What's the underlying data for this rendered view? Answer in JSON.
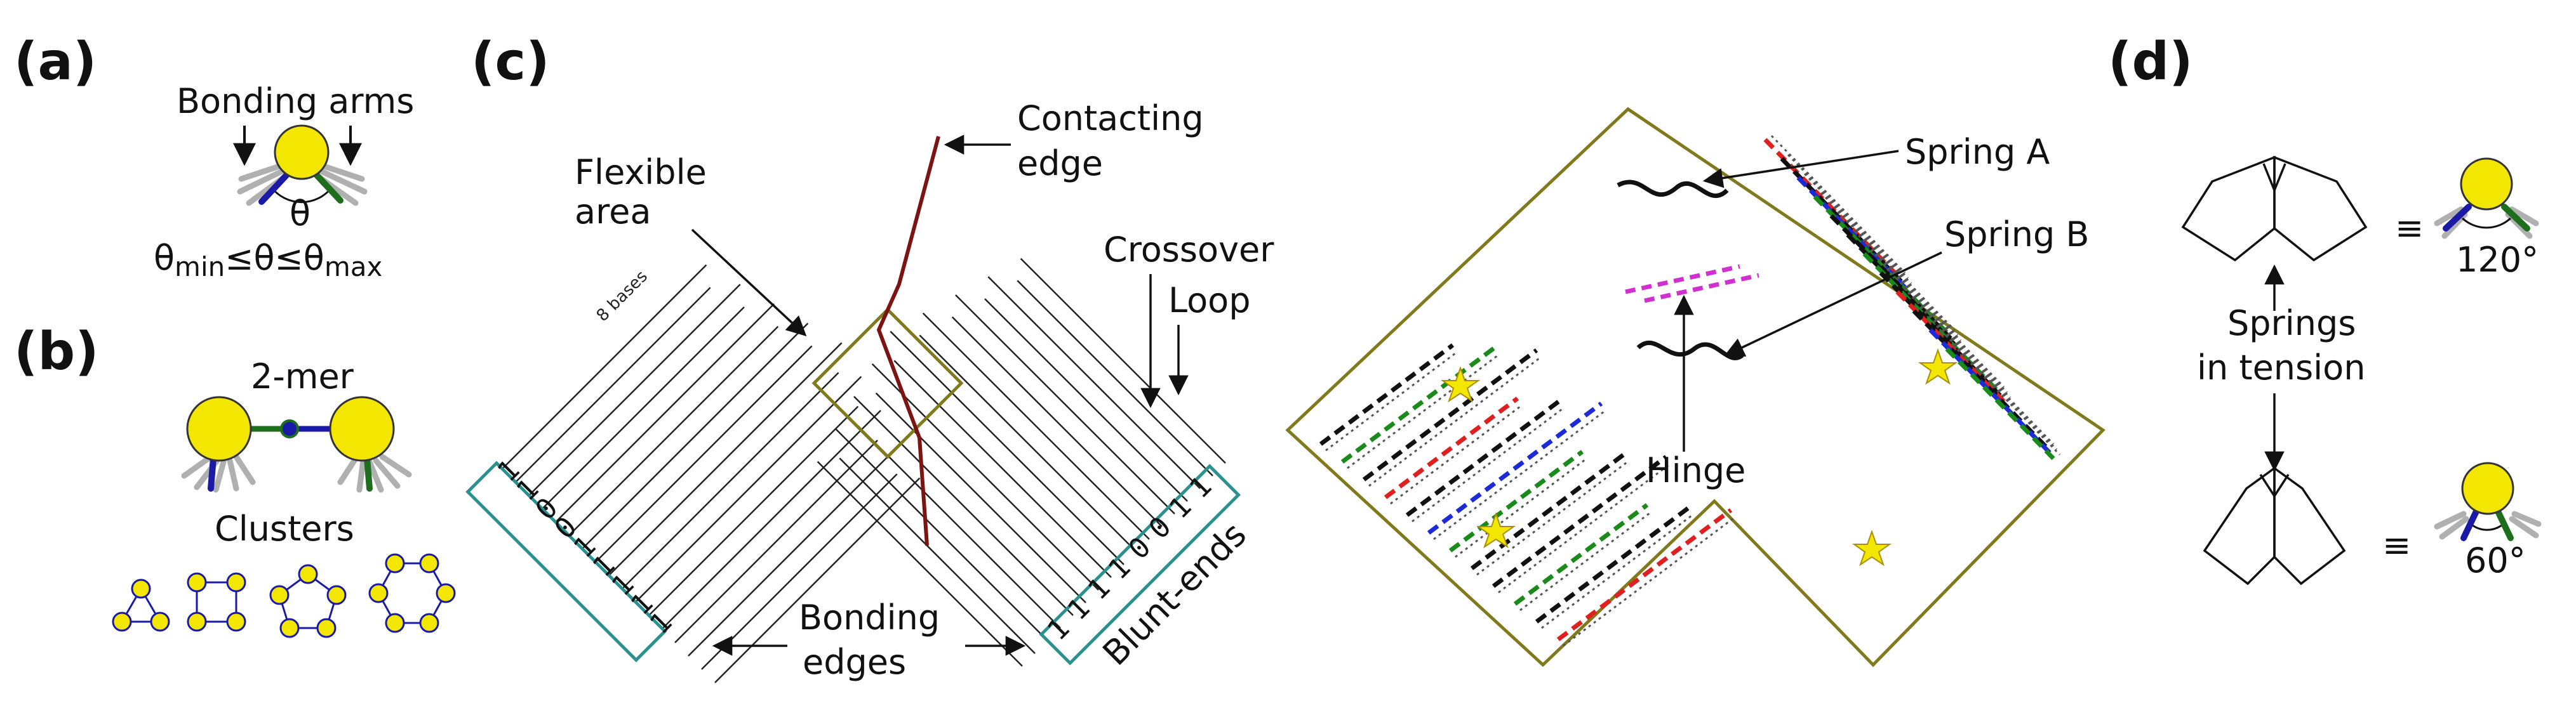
{
  "panels": {
    "a": {
      "label": "(a)",
      "bonding_arms": "Bonding arms",
      "theta": "θ",
      "constraint_pre": "θ",
      "constraint_min": "min",
      "constraint_mid": "≤θ≤θ",
      "constraint_max": "max"
    },
    "b": {
      "label": "(b)",
      "dimer": "2-mer",
      "clusters": "Clusters"
    },
    "c": {
      "label": "(c)",
      "flexible_area": [
        "Flexible",
        "area"
      ],
      "contacting_edge": [
        "Contacting",
        "edge"
      ],
      "crossover": "Crossover",
      "loop": "Loop",
      "eight_bases": "8 bases",
      "bonding_edges": [
        "Bonding",
        "edges"
      ],
      "blunt_ends": "Blunt-ends",
      "left_bits": [
        "1",
        "1",
        "0",
        "0",
        "1",
        "1",
        "1",
        "1",
        "1"
      ],
      "right_bits": [
        "1",
        "1",
        "1",
        "1",
        "0",
        "0",
        "1",
        "1"
      ],
      "spring_a": "Spring A",
      "spring_b": "Spring B",
      "hinge": "Hinge"
    },
    "d": {
      "label": "(d)",
      "equiv": "≡",
      "springs": [
        "Springs",
        "in tension"
      ],
      "angle_top": "120°",
      "angle_bottom": "60°"
    }
  },
  "colors": {
    "particle": "#f3e600",
    "particle_stroke": "#333333",
    "arm_blue": "#1a1aa6",
    "arm_green": "#1e6e1e",
    "arm_gray": "#b0b0b0",
    "teal": "#2a9090",
    "olive": "#807a1c",
    "maroon": "#7d1414",
    "helix_red": "#e02020",
    "helix_magenta": "#d030d0",
    "helix_blue": "#1c2ad8",
    "helix_green": "#1a8a1a"
  }
}
